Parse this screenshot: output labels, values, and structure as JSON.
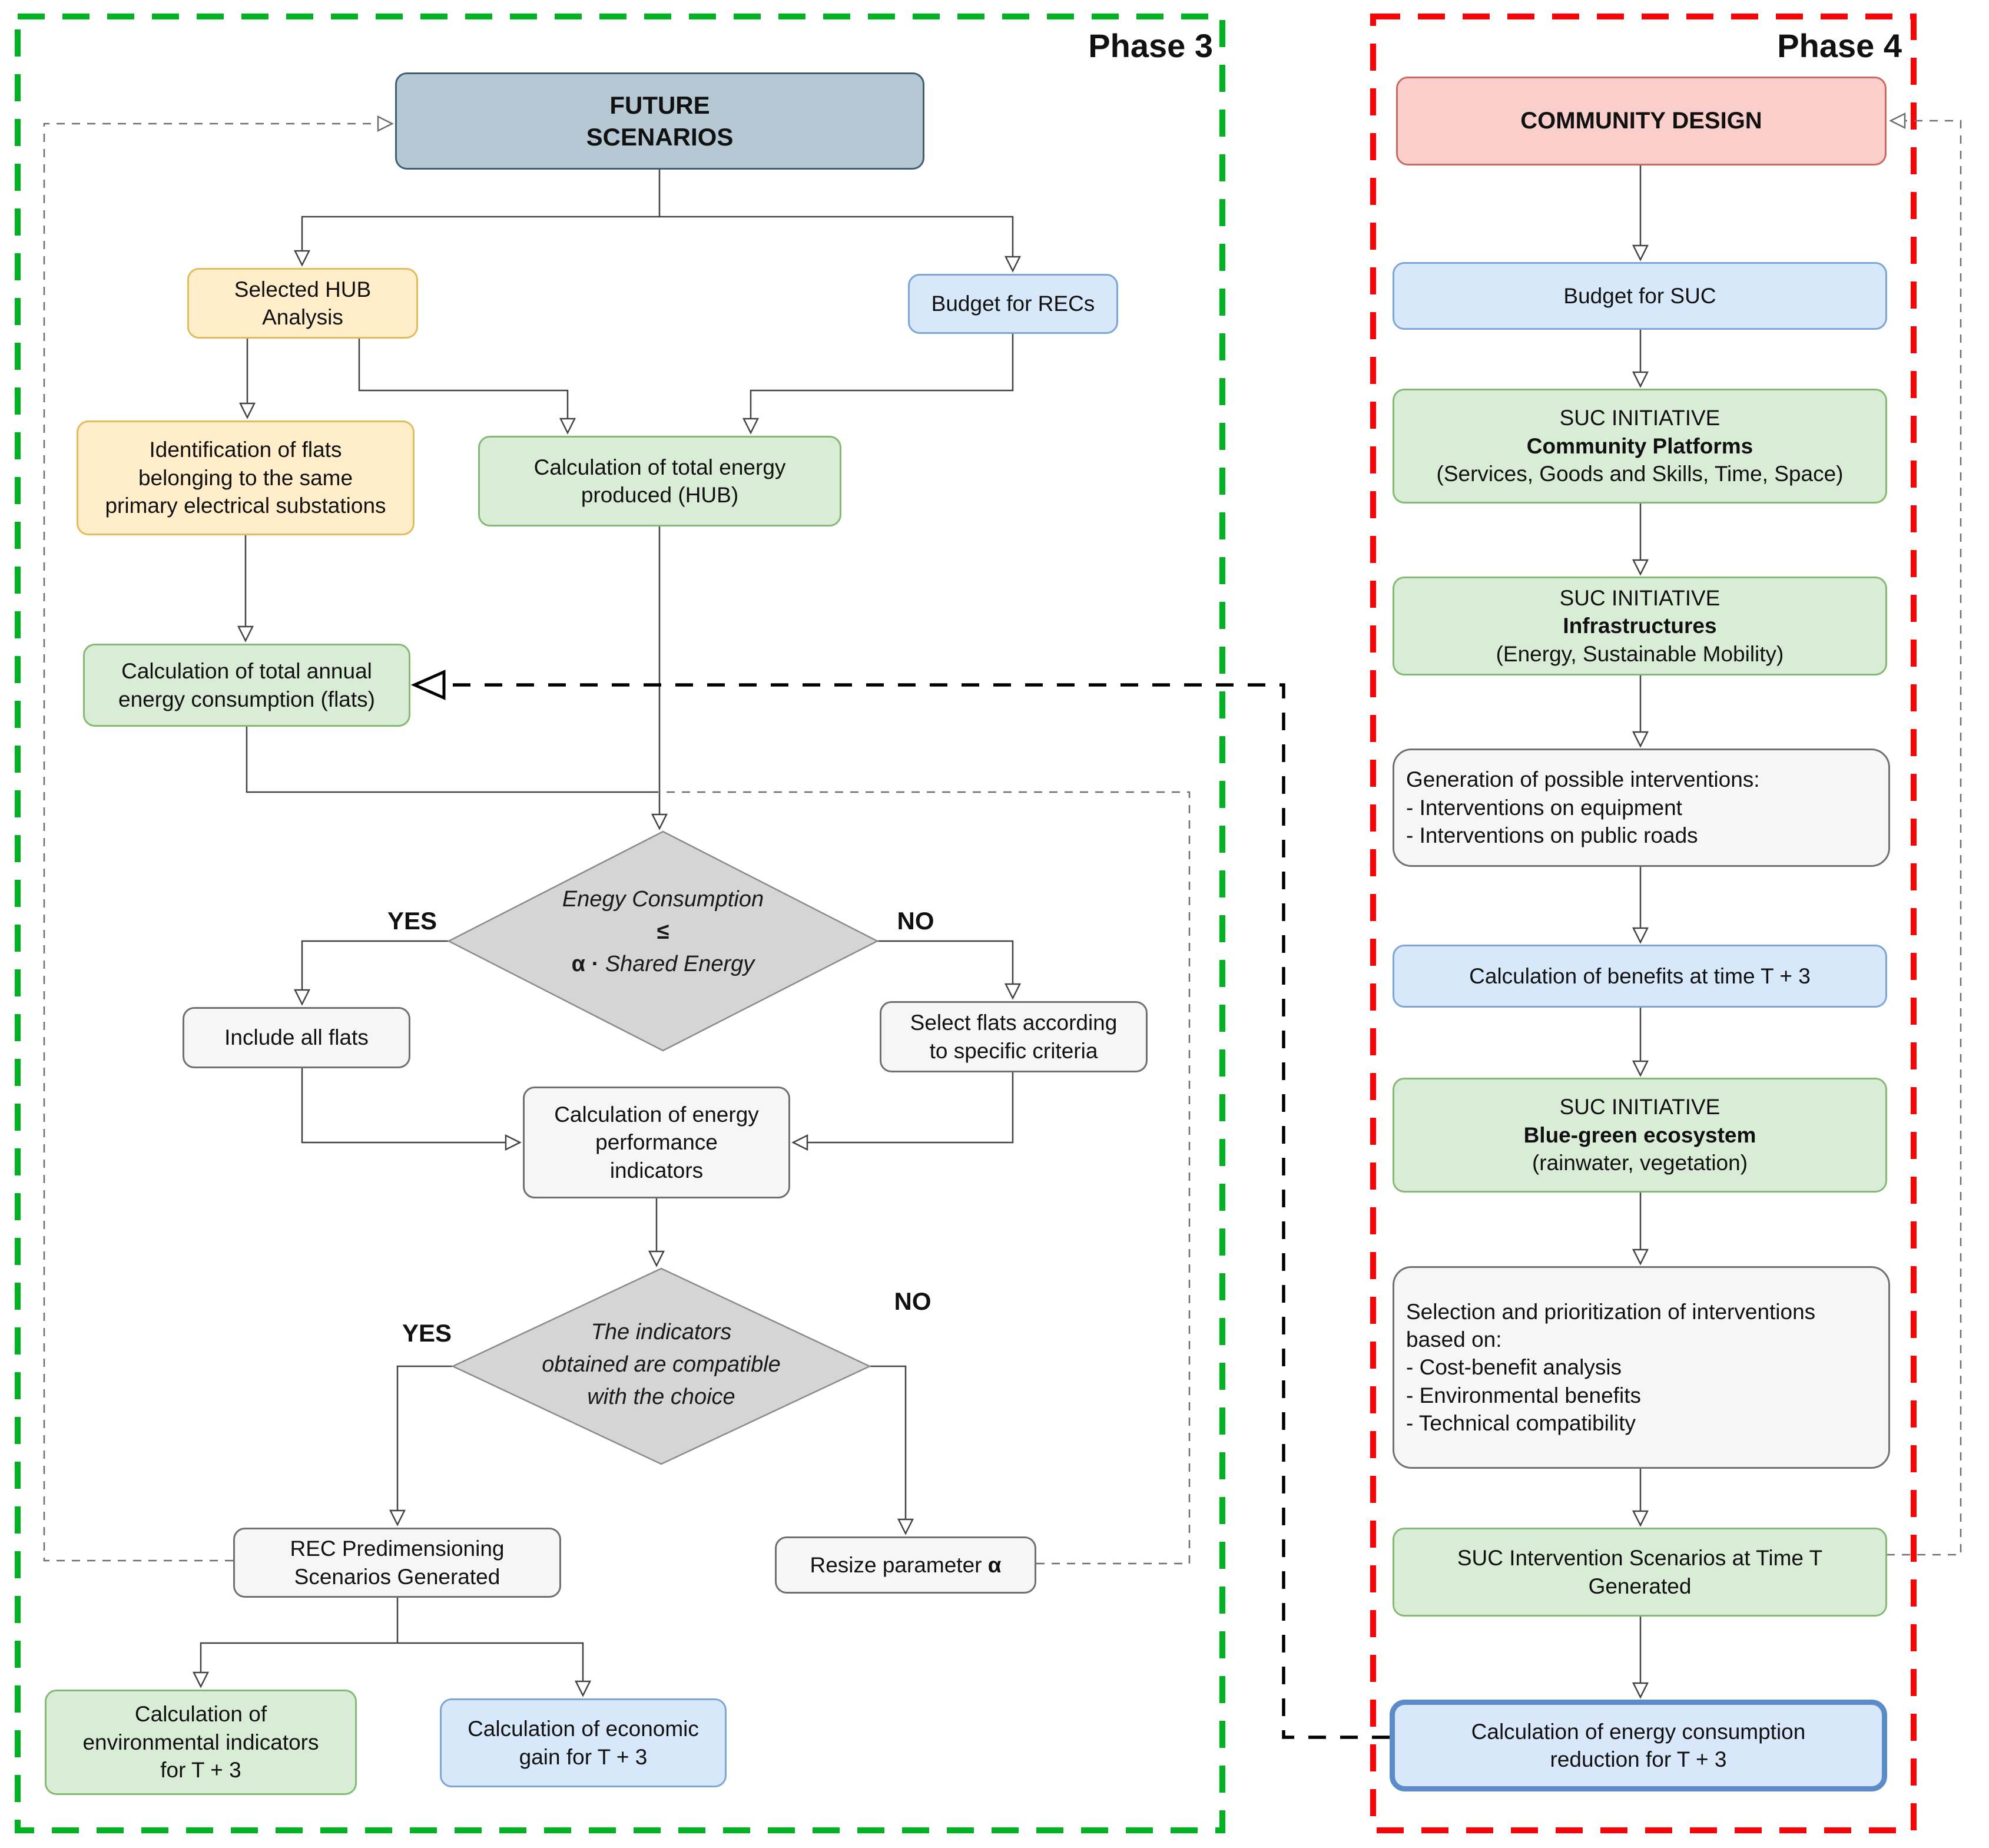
{
  "phase_labels": {
    "p3": "Phase 3",
    "p4": "Phase 4"
  },
  "palette": {
    "phase3_border": "#00b221",
    "phase4_border": "#fb0207",
    "steel_fill": "#b5c8d4",
    "yellow_fill": "#ffeec9",
    "green_fill": "#d9ecd6",
    "blue_fill": "#d8e8fb",
    "gray_fill": "#f6f6f6",
    "pink_fill": "#f9cecb",
    "diamond_fill": "#d5d5d5",
    "thick_blue_border": "#5b8bc9"
  },
  "p3": {
    "future": [
      "FUTURE",
      "SCENARIOS"
    ],
    "hub": [
      "Selected HUB",
      "Analysis"
    ],
    "budget": [
      "Budget for RECs"
    ],
    "ident": [
      "Identification of flats",
      "belonging to the same",
      "primary electrical substations"
    ],
    "produced": [
      "Calculation of total energy",
      "produced (HUB)"
    ],
    "consumption": [
      "Calculation of total annual",
      "energy consumption (flats)"
    ],
    "d1": {
      "l1": "Enegy Consumption",
      "l2": "≤",
      "alpha": "α ·",
      "l3": "Shared Energy"
    },
    "yes1": "YES",
    "no1": "NO",
    "include": [
      "Include all flats"
    ],
    "select": [
      "Select flats according",
      "to specific criteria"
    ],
    "indicators": [
      "Calculation of energy",
      "performance",
      "indicators"
    ],
    "d2": [
      "The indicators",
      "obtained are compatible",
      "with the choice"
    ],
    "yes2": "YES",
    "no2": "NO",
    "rec": [
      "REC Predimensioning",
      "Scenarios Generated"
    ],
    "resize": {
      "pre": "Resize parameter",
      "alpha": "α"
    },
    "env": [
      "Calculation of",
      "environmental indicators",
      "for T + 3"
    ],
    "econ": [
      "Calculation of economic",
      "gain for T + 3"
    ]
  },
  "p4": {
    "community": [
      "COMMUNITY DESIGN"
    ],
    "budget": [
      "Budget for SUC"
    ],
    "platforms": {
      "l1": "SUC INITIATIVE",
      "l2": "Community Platforms",
      "l3": "(Services, Goods and Skills, Time, Space)"
    },
    "infra": {
      "l1": "SUC INITIATIVE",
      "l2": "Infrastructures",
      "l3": "(Energy, Sustainable Mobility)"
    },
    "gen": [
      "Generation of possible interventions:",
      "- Interventions on equipment",
      "- Interventions on public roads"
    ],
    "benefits": [
      "Calculation of benefits at time T + 3"
    ],
    "bluegreen": {
      "l1": "SUC INITIATIVE",
      "l2": "Blue-green ecosystem",
      "l3": "(rainwater, vegetation)"
    },
    "selection": [
      "Selection and prioritization of interventions",
      "based on:",
      "- Cost-benefit analysis",
      "- Environmental benefits",
      "- Technical compatibility"
    ],
    "scenarios": [
      "SUC Intervention Scenarios at Time T",
      "Generated"
    ],
    "reduction": [
      "Calculation of energy consumption",
      "reduction for T + 3"
    ]
  }
}
